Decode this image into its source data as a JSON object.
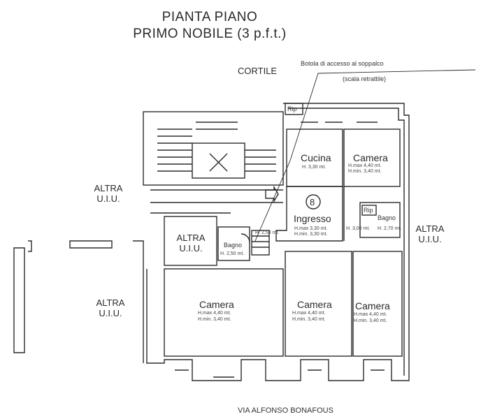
{
  "title": {
    "line1": "PIANTA PIANO",
    "line2": "PRIMO NOBILE (3 p.f.t.)"
  },
  "labels": {
    "cortile": "CORTILE",
    "via": "VIA ALFONSO BONAFOUS",
    "botola_line1": "Botola di accesso al soppalco",
    "botola_line2": "(scala retrattile)",
    "rip_top": "Rip",
    "rip_bagno": "Rip",
    "unit_number": "8"
  },
  "altra_uiu": [
    {
      "line1": "ALTRA",
      "line2": "U.I.U."
    },
    {
      "line1": "ALTRA",
      "line2": "U.I.U."
    },
    {
      "line1": "ALTRA",
      "line2": "U.I.U."
    },
    {
      "line1": "ALTRA",
      "line2": "U.I.U."
    }
  ],
  "rooms": {
    "cucina": {
      "name": "Cucina",
      "h": "H. 3,30 mt."
    },
    "camera_top": {
      "name": "Camera",
      "hmax": "H.max 4,40 mt.",
      "hmin": "H.min. 3,40 mt."
    },
    "ingresso": {
      "name": "Ingresso",
      "hmax": "H.max 3,30 mt.",
      "hmin": "H.min. 3,30 mt.",
      "side_h": "H. 2,58 mt.",
      "side_h2": "H. 3,00 mt."
    },
    "bagno_left": {
      "name": "Bagno",
      "h": "H. 2,50 mt."
    },
    "bagno_right": {
      "name": "Bagno",
      "h": "H. 2,70 mt."
    },
    "camera_big": {
      "name": "Camera",
      "hmax": "H.max 4,40 mt.",
      "hmin": "H.min. 3,40 mt."
    },
    "camera_mid": {
      "name": "Camera",
      "hmax": "H.max 4,40 mt.",
      "hmin": "H.min. 3,40 mt."
    },
    "camera_right": {
      "name": "Camera",
      "hmax": "H.max 4,40 mt.",
      "hmin": "H.min. 3,40 mt."
    }
  },
  "colors": {
    "line": "#2b2b2b",
    "background": "#ffffff"
  }
}
